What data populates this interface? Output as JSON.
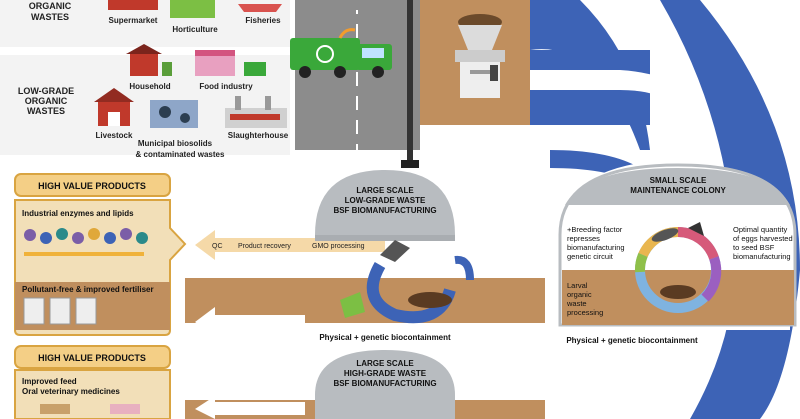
{
  "sources": {
    "high_grade": {
      "label_partial": "ORGANIC",
      "label_line2": "WASTES",
      "items": [
        "Supermarket",
        "Horticulture",
        "Fisheries"
      ]
    },
    "low_grade": {
      "label_line1": "LOW-GRADE",
      "label_line2": "ORGANIC",
      "label_line3": "WASTES",
      "items": [
        "Household",
        "Food industry",
        "Livestock",
        "Municipal biosolids",
        "& contaminated wastes",
        "Slaughterhouse"
      ]
    }
  },
  "domes": {
    "low_grade": {
      "line1": "LARGE SCALE",
      "line2": "LOW-GRADE WASTE",
      "line3": "BSF BIOMANUFACTURING"
    },
    "colony": {
      "line1": "SMALL SCALE",
      "line2": "MAINTENANCE COLONY"
    },
    "high_grade": {
      "line1": "LARGE SCALE",
      "line2": "HIGH-GRADE WASTE",
      "line3": "BSF BIOMANUFACTURING"
    }
  },
  "process_flow": {
    "qc": "QC",
    "product_recovery": "Product recovery",
    "gmo_processing": "GMO processing"
  },
  "colony_notes": {
    "breeding": [
      "+Breeding factor",
      "represses",
      "biomanufacturing",
      "genetic circuit"
    ],
    "eggs": [
      "Optimal quantity",
      "of eggs harvested",
      "to seed BSF",
      "biomanufacturing"
    ],
    "larval": [
      "Larval",
      "organic",
      "waste",
      "processing"
    ]
  },
  "containment": {
    "low": "Physical + genetic biocontainment",
    "colony": "Physical + genetic biocontainment"
  },
  "products_top": {
    "title": "HIGH VALUE PRODUCTS",
    "item1": "Industrial enzymes and lipids",
    "item2": "Pollutant-free & improved fertiliser"
  },
  "products_bottom": {
    "title": "HIGH VALUE PRODUCTS",
    "item1": "Improved feed",
    "item2": "Oral veterinary medicines"
  },
  "colors": {
    "blue_flow": "#3d63b6",
    "road": "#8c8c8c",
    "soil": "#c08f5e",
    "soil_dark": "#a8774a",
    "orange_arrow": "#f5d9a8",
    "product_box_border": "#d9a441",
    "product_title_bg": "#f4cf86",
    "dome": "#b8bcc0"
  }
}
